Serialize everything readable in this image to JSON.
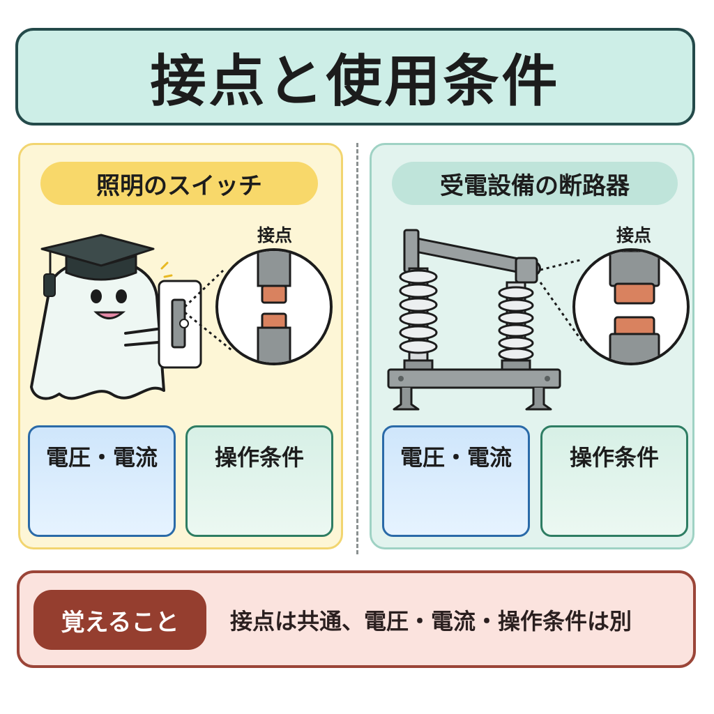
{
  "title": "接点と使用条件",
  "left_panel": {
    "heading": "照明のスイッチ",
    "contact_label": "接点",
    "cards": [
      "電圧・電流",
      "操作条件"
    ]
  },
  "right_panel": {
    "heading": "受電設備の断路器",
    "contact_label": "接点",
    "cards": [
      "電圧・電流",
      "操作条件"
    ]
  },
  "memo": {
    "label": "覚えること",
    "text": "接点は共通、電圧・電流・操作条件は別"
  },
  "icons": [
    "ghost-mascot-icon",
    "graduation-cap-icon",
    "light-switch-icon",
    "contact-closeup-icon",
    "disconnector-icon"
  ],
  "colors": {
    "title_bg": "#cdeee7",
    "left_panel_bg": "#fdf6d6",
    "right_panel_bg": "#e2f3ee",
    "memo_accent": "#953e2f",
    "copper": "#d9825f"
  }
}
